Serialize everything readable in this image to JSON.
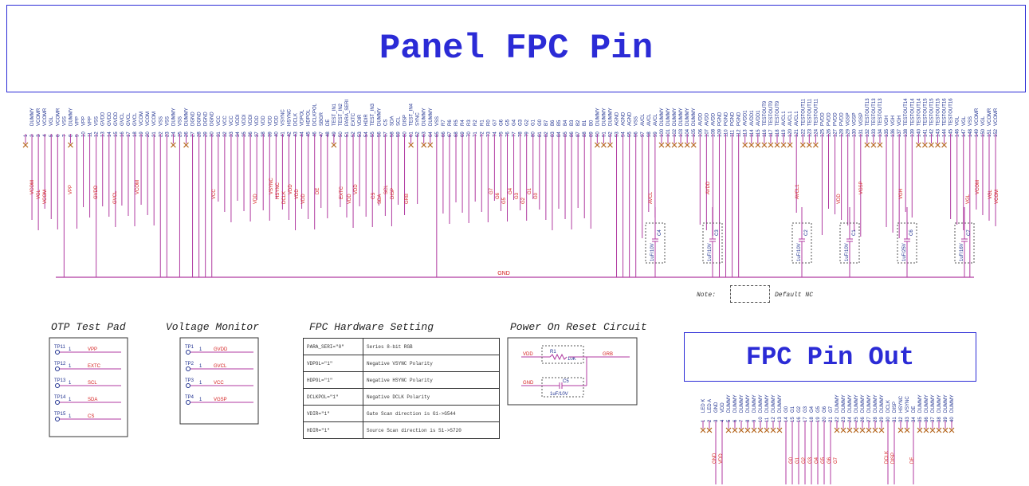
{
  "main_title": "Panel FPC Pin",
  "pinout_title": "FPC Pin Out",
  "net_gnd": "GND",
  "note": {
    "label": "Note:",
    "text": "Default NC"
  },
  "panel_pins": [
    {
      "n": "1",
      "name": ""
    },
    {
      "n": "2",
      "name": "DUMMY"
    },
    {
      "n": "3",
      "name": "VCOMR"
    },
    {
      "n": "4",
      "name": "VCOMR"
    },
    {
      "n": "5",
      "name": "VGL"
    },
    {
      "n": "6",
      "name": "VCOMR"
    },
    {
      "n": "7",
      "name": "VSS"
    },
    {
      "n": "8",
      "name": "DUMMY"
    },
    {
      "n": "9",
      "name": "VPP"
    },
    {
      "n": "10",
      "name": "VPP"
    },
    {
      "n": "11",
      "name": "VPP"
    },
    {
      "n": "12",
      "name": "VSS"
    },
    {
      "n": "13",
      "name": "GVDD"
    },
    {
      "n": "14",
      "name": "GVDD"
    },
    {
      "n": "15",
      "name": "GVDD"
    },
    {
      "n": "16",
      "name": "GVCL"
    },
    {
      "n": "17",
      "name": "GVCL"
    },
    {
      "n": "18",
      "name": "GVCL"
    },
    {
      "n": "19",
      "name": "VCOM"
    },
    {
      "n": "20",
      "name": "VCOM"
    },
    {
      "n": "21",
      "name": "VCOM"
    },
    {
      "n": "22",
      "name": "VSS"
    },
    {
      "n": "23",
      "name": "VSS"
    },
    {
      "n": "24",
      "name": "DUMMY"
    },
    {
      "n": "25",
      "name": "VSS"
    },
    {
      "n": "26",
      "name": "DUMMY"
    },
    {
      "n": "27",
      "name": "DGND"
    },
    {
      "n": "28",
      "name": "DGND"
    },
    {
      "n": "29",
      "name": "DGND"
    },
    {
      "n": "30",
      "name": "DGND"
    },
    {
      "n": "31",
      "name": "VCC"
    },
    {
      "n": "32",
      "name": "VCC"
    },
    {
      "n": "33",
      "name": "VCC"
    },
    {
      "n": "34",
      "name": "VDDI"
    },
    {
      "n": "35",
      "name": "VDDI"
    },
    {
      "n": "36",
      "name": "VDDI"
    },
    {
      "n": "37",
      "name": "VDD"
    },
    {
      "n": "38",
      "name": "VDD"
    },
    {
      "n": "39",
      "name": "VDD"
    },
    {
      "n": "40",
      "name": "VDD"
    },
    {
      "n": "41",
      "name": "VSYNC"
    },
    {
      "n": "42",
      "name": "HSYNC"
    },
    {
      "n": "43",
      "name": "DCLK"
    },
    {
      "n": "44",
      "name": "VDPOL"
    },
    {
      "n": "45",
      "name": "HDPOL"
    },
    {
      "n": "46",
      "name": "DCLKPOL"
    },
    {
      "n": "47",
      "name": "SBGR"
    },
    {
      "n": "48",
      "name": "DE"
    },
    {
      "n": "49",
      "name": "TEST_IN1"
    },
    {
      "n": "50",
      "name": "TEST_IN2"
    },
    {
      "n": "51",
      "name": "PARA_SERI"
    },
    {
      "n": "52",
      "name": "EXTC"
    },
    {
      "n": "53",
      "name": "VDIR"
    },
    {
      "n": "54",
      "name": "HDIR"
    },
    {
      "n": "55",
      "name": "TEST_IN3"
    },
    {
      "n": "56",
      "name": "DUMMY"
    },
    {
      "n": "57",
      "name": "CS"
    },
    {
      "n": "58",
      "name": "SDA"
    },
    {
      "n": "59",
      "name": "SCL"
    },
    {
      "n": "60",
      "name": "DISP"
    },
    {
      "n": "61",
      "name": "TEST_IN4"
    },
    {
      "n": "62",
      "name": "SYNC"
    },
    {
      "n": "63",
      "name": "DUMMY"
    },
    {
      "n": "64",
      "name": "DUMMY"
    },
    {
      "n": "65",
      "name": "VSS"
    },
    {
      "n": "66",
      "name": "R7"
    },
    {
      "n": "67",
      "name": "R6"
    },
    {
      "n": "68",
      "name": "R5"
    },
    {
      "n": "69",
      "name": "R4"
    },
    {
      "n": "70",
      "name": "R3"
    },
    {
      "n": "71",
      "name": "R2"
    },
    {
      "n": "72",
      "name": "R1"
    },
    {
      "n": "73",
      "name": "R0"
    },
    {
      "n": "74",
      "name": "G7"
    },
    {
      "n": "75",
      "name": "G6"
    },
    {
      "n": "76",
      "name": "G5"
    },
    {
      "n": "77",
      "name": "G4"
    },
    {
      "n": "78",
      "name": "G3"
    },
    {
      "n": "79",
      "name": "G2"
    },
    {
      "n": "80",
      "name": "G1"
    },
    {
      "n": "81",
      "name": "G0"
    },
    {
      "n": "82",
      "name": "B7"
    },
    {
      "n": "83",
      "name": "B6"
    },
    {
      "n": "84",
      "name": "B5"
    },
    {
      "n": "85",
      "name": "B4"
    },
    {
      "n": "86",
      "name": "B3"
    },
    {
      "n": "87",
      "name": "B2"
    },
    {
      "n": "88",
      "name": "B1"
    },
    {
      "n": "89",
      "name": "B0"
    },
    {
      "n": "90",
      "name": "DUMMY"
    },
    {
      "n": "91",
      "name": "DUMMY"
    },
    {
      "n": "92",
      "name": "DUMMY"
    },
    {
      "n": "93",
      "name": "AGND"
    },
    {
      "n": "94",
      "name": "AGND"
    },
    {
      "n": "95",
      "name": "AGND"
    },
    {
      "n": "96",
      "name": "VSS"
    },
    {
      "n": "97",
      "name": "AVCL"
    },
    {
      "n": "98",
      "name": "AVCL"
    },
    {
      "n": "99",
      "name": "AVCL"
    },
    {
      "n": "100",
      "name": "DUMMY"
    },
    {
      "n": "101",
      "name": "DUMMY"
    },
    {
      "n": "102",
      "name": "DUMMY"
    },
    {
      "n": "103",
      "name": "DUMMY"
    },
    {
      "n": "104",
      "name": "DUMMY"
    },
    {
      "n": "105",
      "name": "DUMMY"
    },
    {
      "n": "106",
      "name": "AVDD"
    },
    {
      "n": "107",
      "name": "AVDD"
    },
    {
      "n": "108",
      "name": "AVDD"
    },
    {
      "n": "109",
      "name": "PGND"
    },
    {
      "n": "110",
      "name": "PGND"
    },
    {
      "n": "111",
      "name": "PGND"
    },
    {
      "n": "112",
      "name": "PGND"
    },
    {
      "n": "113",
      "name": "AVDD1"
    },
    {
      "n": "114",
      "name": "AVDD1"
    },
    {
      "n": "115",
      "name": "AVDD1"
    },
    {
      "n": "116",
      "name": "TESTOUT9"
    },
    {
      "n": "117",
      "name": "TESTOUT9"
    },
    {
      "n": "118",
      "name": "TESTOUT9"
    },
    {
      "n": "119",
      "name": "AVCL1"
    },
    {
      "n": "120",
      "name": "AVCL1"
    },
    {
      "n": "121",
      "name": "AVCL1"
    },
    {
      "n": "122",
      "name": "TESTOUT11"
    },
    {
      "n": "123",
      "name": "TESTOUT11"
    },
    {
      "n": "124",
      "name": "TESTOUT11"
    },
    {
      "n": "125",
      "name": "PVDD"
    },
    {
      "n": "126",
      "name": "PVDD"
    },
    {
      "n": "127",
      "name": "PVDD"
    },
    {
      "n": "128",
      "name": "PVDD"
    },
    {
      "n": "129",
      "name": "VGSP"
    },
    {
      "n": "130",
      "name": "VGSP"
    },
    {
      "n": "131",
      "name": "VGSP"
    },
    {
      "n": "132",
      "name": "TESTOUT13"
    },
    {
      "n": "133",
      "name": "TESTOUT13"
    },
    {
      "n": "134",
      "name": "TESTOUT13"
    },
    {
      "n": "135",
      "name": "VGH"
    },
    {
      "n": "136",
      "name": "VGH"
    },
    {
      "n": "137",
      "name": "VGH"
    },
    {
      "n": "138",
      "name": "TESTOUT14"
    },
    {
      "n": "139",
      "name": "TESTOUT14"
    },
    {
      "n": "140",
      "name": "TESTOUT14"
    },
    {
      "n": "141",
      "name": "TESTOUT15"
    },
    {
      "n": "142",
      "name": "TESTOUT15"
    },
    {
      "n": "143",
      "name": "TESTOUT15"
    },
    {
      "n": "144",
      "name": "TESTOUT16"
    },
    {
      "n": "145",
      "name": "TESTOUT16"
    },
    {
      "n": "146",
      "name": "VGL"
    },
    {
      "n": "147",
      "name": "VGL"
    },
    {
      "n": "148",
      "name": "VSS"
    },
    {
      "n": "149",
      "name": "VCOMR"
    },
    {
      "n": "150",
      "name": "VGL"
    },
    {
      "n": "151",
      "name": "VCOMR"
    },
    {
      "n": "152",
      "name": "VCOMR"
    }
  ],
  "net_labels": [
    {
      "text": "VCOM"
    },
    {
      "text": "VGL"
    },
    {
      "text": "VCOM"
    },
    {
      "text": "VPP"
    },
    {
      "text": "GVDD"
    },
    {
      "text": "GVCL"
    },
    {
      "text": "VCOM"
    },
    {
      "text": "VCC"
    },
    {
      "text": "VDD"
    },
    {
      "text": "VSYNC"
    },
    {
      "text": "HSYNC"
    },
    {
      "text": "DCLK"
    },
    {
      "text": "VDD"
    },
    {
      "text": "VDD"
    },
    {
      "text": "VDD"
    },
    {
      "text": "DE"
    },
    {
      "text": "EXTC"
    },
    {
      "text": "VDD"
    },
    {
      "text": "VDD"
    },
    {
      "text": "CS"
    },
    {
      "text": "SDA"
    },
    {
      "text": "SCL"
    },
    {
      "text": "DISP"
    },
    {
      "text": "GRB"
    },
    {
      "text": "G7"
    },
    {
      "text": "G6"
    },
    {
      "text": "G5"
    },
    {
      "text": "G4"
    },
    {
      "text": "G3"
    },
    {
      "text": "G2"
    },
    {
      "text": "G1"
    },
    {
      "text": "G0"
    },
    {
      "text": "AVCL"
    },
    {
      "text": "AVDD"
    },
    {
      "text": "AVCL1"
    },
    {
      "text": "VDD"
    },
    {
      "text": "VGSP"
    },
    {
      "text": "VGH"
    },
    {
      "text": "VGL"
    },
    {
      "text": "VCOM"
    },
    {
      "text": "VGL"
    },
    {
      "text": "VCOM"
    }
  ],
  "capacitors": [
    {
      "ref": "C4",
      "value": "1uF/10V"
    },
    {
      "ref": "C3",
      "value": "1uF/10V"
    },
    {
      "ref": "C2",
      "value": "1uF/10V"
    },
    {
      "ref": "C1",
      "value": "1uF/10V"
    },
    {
      "ref": "C6",
      "value": "1uF/25V"
    },
    {
      "ref": "C7",
      "value": "1uF/16V"
    }
  ],
  "otp_test_pad": {
    "title": "OTP Test Pad",
    "pads": [
      {
        "ref": "TP11",
        "pin": "1",
        "net": "VPP"
      },
      {
        "ref": "TP12",
        "pin": "1",
        "net": "EXTC"
      },
      {
        "ref": "TP13",
        "pin": "1",
        "net": "SCL"
      },
      {
        "ref": "TP14",
        "pin": "1",
        "net": "SDA"
      },
      {
        "ref": "TP15",
        "pin": "1",
        "net": "CS"
      }
    ]
  },
  "voltage_monitor": {
    "title": "Voltage Monitor",
    "pads": [
      {
        "ref": "TP1",
        "pin": "1",
        "net": "GVDD"
      },
      {
        "ref": "TP2",
        "pin": "1",
        "net": "GVCL"
      },
      {
        "ref": "TP3",
        "pin": "1",
        "net": "VCC"
      },
      {
        "ref": "TP4",
        "pin": "1",
        "net": "VGSP"
      }
    ]
  },
  "hardware_setting": {
    "title": "FPC Hardware Setting",
    "rows": [
      {
        "key": "PARA_SERI=\"0\"",
        "desc": "Series 8-bit RGB"
      },
      {
        "key": "VDPOL=\"1\"",
        "desc": "Negative VSYNC Polarity"
      },
      {
        "key": "HDPOL=\"1\"",
        "desc": "Negative HSYNC Polarity"
      },
      {
        "key": "DCLKPOL=\"1\"",
        "desc": "Negative DCLK Polarity"
      },
      {
        "key": "VDIR=\"1\"",
        "desc": "Gate Scan direction is G1->G544"
      },
      {
        "key": "HDIR=\"1\"",
        "desc": "Source Scan direction is S1->S720"
      }
    ]
  },
  "power_on_reset": {
    "title": "Power On Reset Circuit",
    "vdd": "VDD",
    "gnd": "GND",
    "out": "GRB",
    "resistor": {
      "ref": "R1",
      "value": "10K"
    },
    "capacitor": {
      "ref": "C5",
      "value": "1uF/10V"
    }
  },
  "fpc_pinout": {
    "pins": [
      {
        "n": "1",
        "name": "LED K"
      },
      {
        "n": "2",
        "name": "LED A"
      },
      {
        "n": "3",
        "name": "GND"
      },
      {
        "n": "4",
        "name": "VDD"
      },
      {
        "n": "5",
        "name": "DUMMY"
      },
      {
        "n": "6",
        "name": "DUMMY"
      },
      {
        "n": "7",
        "name": "DUMMY"
      },
      {
        "n": "8",
        "name": "DUMMY"
      },
      {
        "n": "9",
        "name": "DUMMY"
      },
      {
        "n": "10",
        "name": "DUMMY"
      },
      {
        "n": "11",
        "name": "DUMMY"
      },
      {
        "n": "12",
        "name": "DUMMY"
      },
      {
        "n": "13",
        "name": "DUMMY"
      },
      {
        "n": "14",
        "name": "G0"
      },
      {
        "n": "15",
        "name": "G1"
      },
      {
        "n": "16",
        "name": "G2"
      },
      {
        "n": "17",
        "name": "G3"
      },
      {
        "n": "18",
        "name": "G4"
      },
      {
        "n": "19",
        "name": "G5"
      },
      {
        "n": "20",
        "name": "G6"
      },
      {
        "n": "21",
        "name": "G7"
      },
      {
        "n": "22",
        "name": "DUMMY"
      },
      {
        "n": "23",
        "name": "DUMMY"
      },
      {
        "n": "24",
        "name": "DUMMY"
      },
      {
        "n": "25",
        "name": "DUMMY"
      },
      {
        "n": "26",
        "name": "DUMMY"
      },
      {
        "n": "27",
        "name": "DUMMY"
      },
      {
        "n": "28",
        "name": "DUMMY"
      },
      {
        "n": "29",
        "name": "DUMMY"
      },
      {
        "n": "30",
        "name": "DCLK"
      },
      {
        "n": "31",
        "name": "DISP"
      },
      {
        "n": "32",
        "name": "HSYNC"
      },
      {
        "n": "33",
        "name": "VSYNC"
      },
      {
        "n": "34",
        "name": "DE"
      },
      {
        "n": "35",
        "name": "DUMMY"
      },
      {
        "n": "36",
        "name": "DUMMY"
      },
      {
        "n": "37",
        "name": "DUMMY"
      },
      {
        "n": "38",
        "name": "DUMMY"
      },
      {
        "n": "39",
        "name": "DUMMY"
      },
      {
        "n": "40",
        "name": "DUMMY"
      }
    ],
    "net_labels": [
      {
        "text": "GND"
      },
      {
        "text": "VDD"
      },
      {
        "text": "G0"
      },
      {
        "text": "G1"
      },
      {
        "text": "G2"
      },
      {
        "text": "G3"
      },
      {
        "text": "G4"
      },
      {
        "text": "G5"
      },
      {
        "text": "G6"
      },
      {
        "text": "G7"
      },
      {
        "text": "DCLK"
      },
      {
        "text": "DISP"
      },
      {
        "text": "DE"
      }
    ]
  },
  "colors": {
    "title": "#2b2bd6",
    "wire": "#b03aa0",
    "label": "#d42020",
    "pin": "#1d2f8f",
    "nc": "#b5651d"
  }
}
